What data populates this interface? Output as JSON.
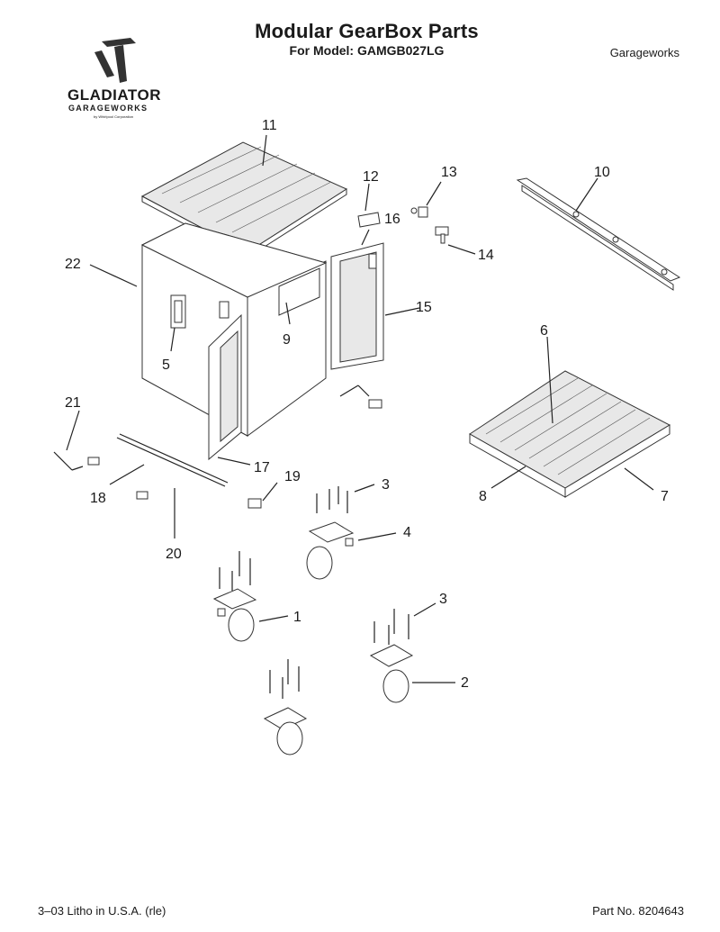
{
  "header": {
    "title": "Modular GearBox Parts",
    "subtitle": "For Model: GAMGB027LG",
    "brand": "Garageworks"
  },
  "logo": {
    "word": "GLADIATOR",
    "sub": "GARAGEWORKS",
    "tiny": "by Whirlpool Corporation"
  },
  "callouts": [
    "1",
    "2",
    "3",
    "3",
    "4",
    "5",
    "6",
    "7",
    "8",
    "9",
    "10",
    "11",
    "12",
    "13",
    "14",
    "15",
    "16",
    "17",
    "18",
    "19",
    "20",
    "21",
    "22"
  ],
  "footer": {
    "litho": "3–03 Litho in U.S.A. (rle)",
    "part_no": "Part No. 8204643"
  }
}
